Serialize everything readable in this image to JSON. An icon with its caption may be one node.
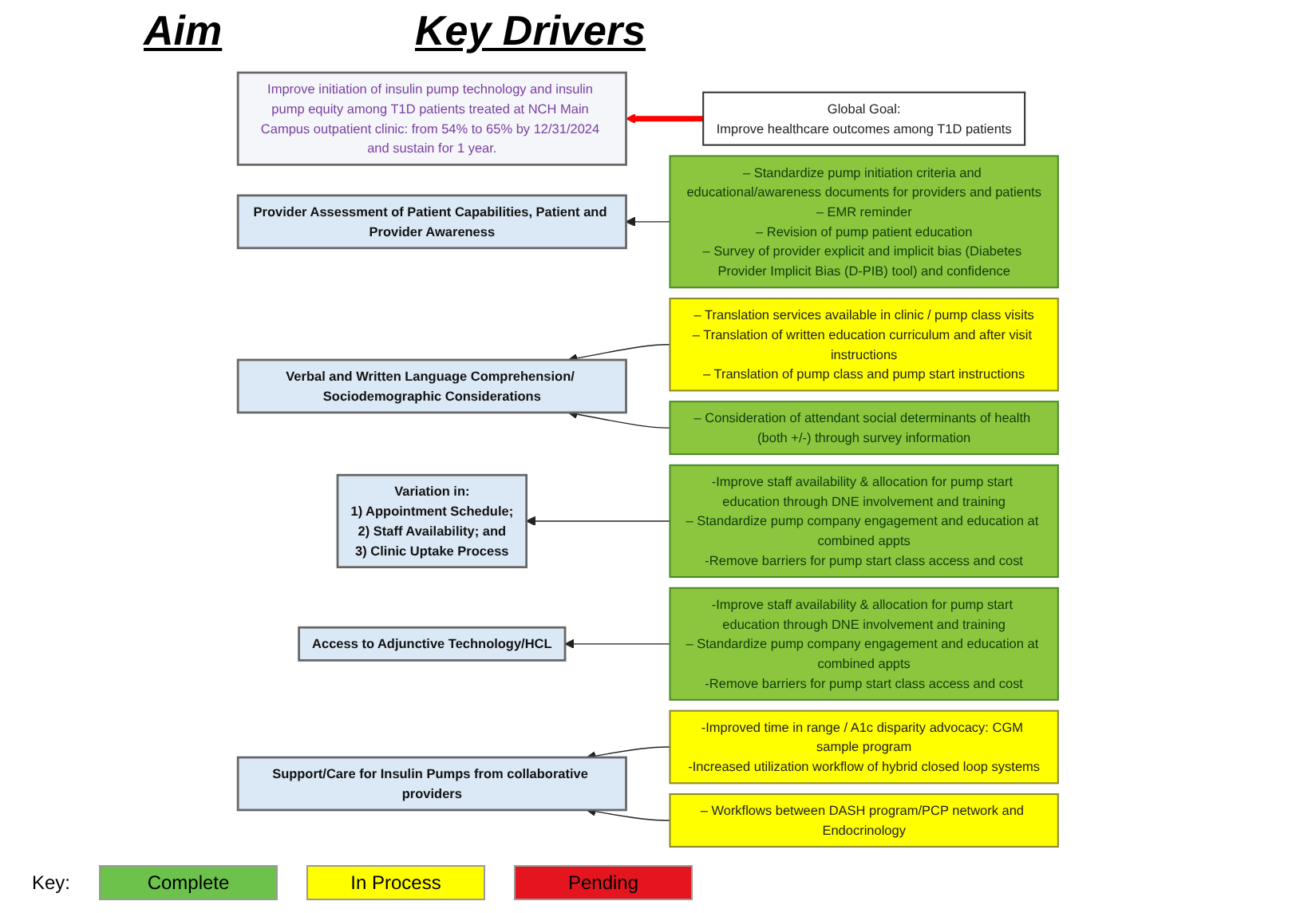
{
  "diagram": {
    "nodes": [
      {
        "text": [
          "Improve initiation of insulin pump technology and insulin pump equity among T1D patients treated at NCH Main Campus outpatient clinic: from 54% to 65% by 12/31/2024 and sustain for 1 year."
        ]
      },
      {
        "text": [
          "Global Goal:",
          "Improve healthcare outcomes among T1D patients"
        ]
      },
      {
        "text": [
          "Provider Assessment of Patient Capabilities, Patient and Provider Awareness"
        ]
      },
      {
        "text": [
          "Verbal and Written Language Comprehension/ Sociodemographic Considerations"
        ]
      },
      {
        "text": [
          "Variation in:",
          "1) Appointment Schedule;",
          "2) Staff Availability; and",
          "3) Clinic Uptake Process"
        ]
      },
      {
        "text": [
          "Access to Adjunctive Technology/HCL"
        ]
      },
      {
        "text": [
          "Support/Care for Insulin Pumps from collaborative providers"
        ]
      },
      {
        "text": [
          "– Standardize pump initiation criteria and educational/awareness documents for providers and patients",
          "– EMR reminder",
          "– Revision of pump patient education",
          "– Survey of provider explicit and implicit bias (Diabetes Provider Implicit Bias (D-PIB) tool) and confidence"
        ]
      },
      {
        "text": [
          "– Translation services available in clinic / pump class visits",
          "– Translation of written education curriculum and after visit instructions",
          "– Translation of pump class and pump start instructions"
        ]
      },
      {
        "text": [
          "– Consideration of attendant social determinants of health (both +/-) through survey information"
        ]
      },
      {
        "text": [
          "-Improve staff availability & allocation for pump start education through DNE involvement and training",
          "– Standardize pump company engagement and education at combined appts",
          "-Remove barriers for pump start class access and cost"
        ]
      },
      {
        "text": [
          "-Improve staff availability & allocation for pump start education through DNE involvement and training",
          "– Standardize pump company engagement and education at combined appts",
          "-Remove barriers for pump start class access and cost"
        ]
      },
      {
        "text": [
          "-Improved time in range / A1c disparity advocacy: CGM sample program",
          "-Increased utilization workflow of hybrid closed loop systems"
        ]
      },
      {
        "text": [
          "– Workflows between DASH program/PCP network and Endocrinology"
        ]
      }
    ],
    "edges": [
      {
        "from": 1,
        "to": 0,
        "arrow": "to",
        "style": "thick",
        "color": "#ff0000"
      },
      {
        "from": 7,
        "to": 2,
        "arrow": "to"
      },
      {
        "from": 8,
        "to": 3,
        "arrow": "to"
      },
      {
        "from": 9,
        "to": 3,
        "arrow": "to"
      },
      {
        "from": 10,
        "to": 4,
        "arrow": "to"
      },
      {
        "from": 11,
        "to": 5,
        "arrow": "to"
      },
      {
        "from": 12,
        "to": 6,
        "arrow": "to"
      },
      {
        "from": 13,
        "to": 6,
        "arrow": "to"
      }
    ],
    "labels": [
      "Aim",
      "Key Drivers",
      "Key:"
    ],
    "legend": [
      {
        "text": "Complete",
        "color": "#6cc24a"
      },
      {
        "text": "In Process",
        "color": "#ffff00"
      },
      {
        "text": "Pending",
        "color": "#e4151f"
      }
    ]
  }
}
